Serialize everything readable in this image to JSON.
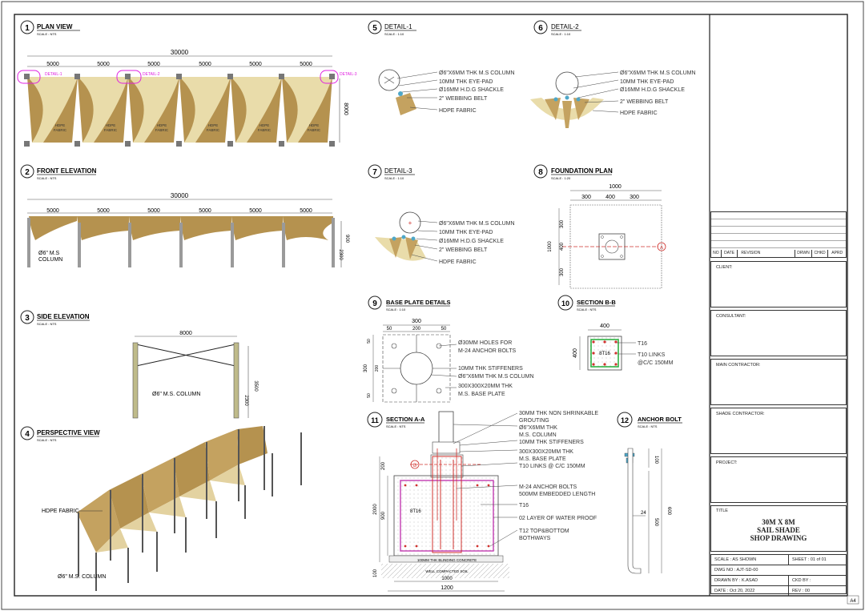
{
  "colors": {
    "fabric_dark": "#b5924f",
    "fabric_light": "#e9dcaa",
    "fabric_mid": "#c9aa66",
    "markup_magenta": "#e020e0",
    "rebar_red": "#d0322e",
    "base_magenta": "#c23ab0",
    "link_green": "#2fb043",
    "column_grey": "#9a9a9a"
  },
  "views": {
    "v1": {
      "num": "1",
      "title": "PLAN VIEW",
      "scale": "SCALE : NTS",
      "overall": "30000",
      "bays": [
        "5000",
        "5000",
        "5000",
        "5000",
        "5000",
        "5000"
      ],
      "width_dim": "8000",
      "fabric": [
        "HDPE",
        "FABRIC"
      ],
      "detail_labels": [
        "DETAIL-1",
        "DETAIL-2",
        "DETAIL-3"
      ]
    },
    "v2": {
      "num": "2",
      "title": "FRONT ELEVATION",
      "scale": "SCALE : NTS",
      "overall": "30000",
      "bays": [
        "5000",
        "5000",
        "5000",
        "5000",
        "5000",
        "5000"
      ],
      "col_label": [
        "Ø6\" M.S",
        "COLUMN"
      ],
      "dims": [
        "2300",
        "900"
      ]
    },
    "v3": {
      "num": "3",
      "title": "SIDE ELEVATION",
      "scale": "SCALE : NTS",
      "width": "8000",
      "col_label": "Ø6\" M.S. COLUMN",
      "dims": [
        "2300",
        "3500"
      ]
    },
    "v4": {
      "num": "4",
      "title": "PERSPECTIVE VIEW",
      "scale": "SCALE : NTS",
      "fabric": "HDPE FABRIC",
      "column": "Ø6\" M.S. COLUMN"
    },
    "v5": {
      "num": "5",
      "title": "DETAIL-1",
      "scale": "SCALE : 1:10",
      "notes": [
        "Ø6\"X6MM THK M.S COLUMN",
        "10MM THK EYE-PAD",
        "Ø16MM H.D.G SHACKLE",
        "2\" WEBBING BELT",
        "HDPE FABRIC"
      ]
    },
    "v6": {
      "num": "6",
      "title": "DETAIL-2",
      "scale": "SCALE : 1:10",
      "notes": [
        "Ø6\"X6MM THK M.S COLUMN",
        "10MM THK EYE-PAD",
        "Ø16MM H.D.G SHACKLE",
        "2\" WEBBING BELT",
        "HDPE FABRIC"
      ]
    },
    "v7": {
      "num": "7",
      "title": "DETAIL-3",
      "scale": "SCALE : 1:10",
      "notes": [
        "Ø6\"X6MM THK M.S COLUMN",
        "10MM THK EYE-PAD",
        "Ø16MM H.D.G SHACKLE",
        "2\" WEBBING BELT",
        "HDPE FABRIC"
      ]
    },
    "v8": {
      "num": "8",
      "title": "FOUNDATION PLAN",
      "scale": "SCALE : 1:20",
      "top": "1000",
      "parts": [
        "300",
        "400",
        "300"
      ],
      "left_dims": [
        "1000",
        "300",
        "400",
        "300"
      ],
      "marker": "A"
    },
    "v9": {
      "num": "9",
      "title": "BASE PLATE DETAILS",
      "scale": "SCALE : 1:10",
      "top": "300",
      "parts": [
        "50",
        "200",
        "50"
      ],
      "left_dims": [
        "50",
        "200",
        "300",
        "50"
      ],
      "notes": [
        "Ø30MM HOLES FOR",
        "M-24 ANCHOR BOLTS",
        "10MM THK STIFFENERS",
        "Ø6\"X6MM THK M.S COLUMN",
        "300X300X20MM THK",
        "M.S. BASE PLATE"
      ]
    },
    "v10": {
      "num": "10",
      "title": "SECTION B-B",
      "scale": "SCALE : NTS",
      "width": "400",
      "height": "400",
      "bars": "8T16",
      "notes": [
        "T16",
        "T10 LINKS",
        "@C/C 150MM"
      ]
    },
    "v11": {
      "num": "11",
      "title": "SECTION A-A",
      "scale": "SCALE : NTS",
      "notes": [
        "30MM THK NON SHRINKABLE",
        "GROUTING",
        "Ø6\"X6MM THK",
        "M.S. COLUMN",
        "10MM THK STIFFENERS",
        "300X300X20MM THK",
        "M.S. BASE PLATE",
        "T10 LINKS @ C/C 150MM",
        "M-24 ANCHOR BOLTS",
        "500MM EMBEDDED LENGTH",
        "T16",
        "02 LAYER OF WATER PROOF",
        "T12 TOP&BOTTOM",
        "BOTHWAYS"
      ],
      "blinding": "100MM THK BLINDING CONCRETE",
      "soil": "WELL COMPACTED SOIL",
      "marker": "B",
      "bars": "8T16",
      "dims": [
        "1000",
        "1200",
        "2000",
        "900",
        "200",
        "100"
      ]
    },
    "v12": {
      "num": "12",
      "title": "ANCHOR BOLT",
      "scale": "SCALE : NTS",
      "dims": [
        "100",
        "500",
        "600"
      ],
      "dia": "24"
    }
  },
  "titleblock": {
    "rev_headers": [
      "NO",
      "DATE",
      "REVISION",
      "DRWN",
      "CHKD",
      "APRD"
    ],
    "client": "CLIENT:",
    "consultant": "CONSULTANT:",
    "main_contractor": "MAIN CONTRACTOR:",
    "shade_contractor": "SHADE CONTRACTOR:",
    "project": "PROJECT:",
    "title_label": "TITLE",
    "title_lines": [
      "30M X 8M",
      "SAIL SHADE",
      "SHOP DRAWING"
    ],
    "scale_label": "SCALE :",
    "scale_value": "AS SHOWN",
    "sheet_label": "SHEET :",
    "sheet_value": "01 of 01",
    "dwg_label": "DWG NO :",
    "dwg_value": "AJT-SD-00",
    "drawn_label": "DRAWN BY :",
    "drawn_value": "K.ASAD",
    "ckd_label": "CKD BY :",
    "date_label": "DATE :",
    "date_value": "Oct 20, 2022",
    "rev_label": "REV :",
    "rev_value": "00"
  },
  "sheet_size": "A4"
}
